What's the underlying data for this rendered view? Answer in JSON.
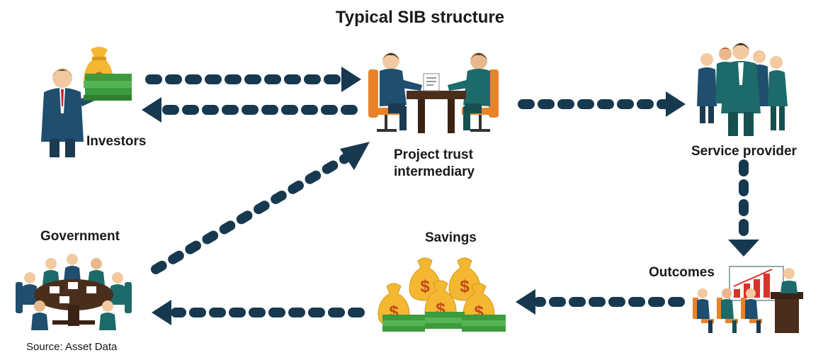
{
  "title": "Typical SIB structure",
  "nodes": {
    "investors": "Investors",
    "intermediary_line1": "Project trust",
    "intermediary_line2": "intermediary",
    "service_provider": "Service provider",
    "outcomes": "Outcomes",
    "savings": "Savings",
    "government": "Government"
  },
  "currency_symbol": "$",
  "source": "Source: Asset Data",
  "colors": {
    "arrow": "#17394f",
    "suit_blue": "#1f4e6e",
    "suit_teal": "#1d6a6a",
    "money_bag": "#f4b731",
    "cash_green": "#3c9b3c",
    "chair_orange": "#e8832a",
    "table_brown": "#4a2e1c",
    "chart_red": "#d9312b"
  }
}
